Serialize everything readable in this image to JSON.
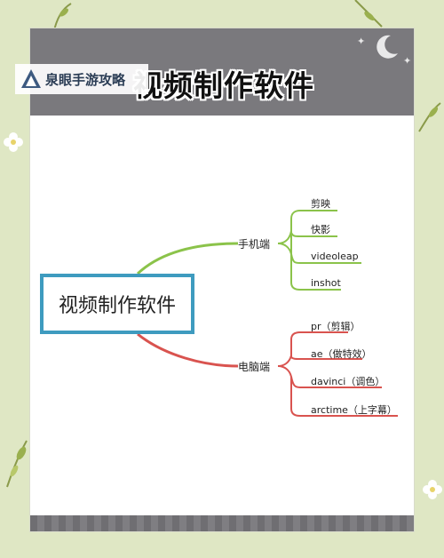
{
  "watermark": {
    "text": "泉眼手游攻略"
  },
  "banner": {
    "title": "视频制作软件"
  },
  "mindmap": {
    "root": "视频制作软件",
    "branches": [
      {
        "label": "手机端",
        "color": "#8bc34a",
        "items": [
          "剪映",
          "快影",
          "videoleap",
          "inshot"
        ]
      },
      {
        "label": "电脑端",
        "color": "#d9534f",
        "items": [
          "pr（剪辑）",
          "ae（做特效）",
          "davinci（调色）",
          "arctime（上字幕）"
        ]
      }
    ],
    "root_color": "#3e9bbf"
  },
  "colors": {
    "background": "#dfe7c4",
    "banner": "#7a797d",
    "card": "#ffffff"
  }
}
